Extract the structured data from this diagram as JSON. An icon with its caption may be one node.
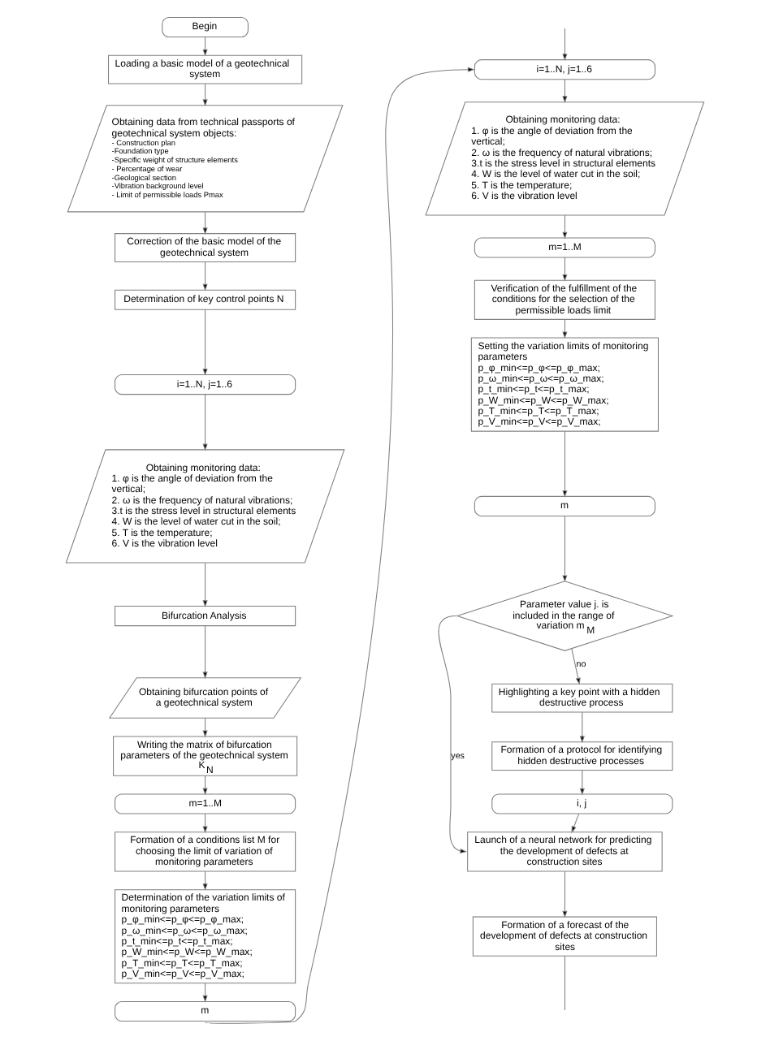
{
  "diagram": {
    "nodes": [
      {
        "text": [
          "Begin"
        ]
      },
      {
        "text": [
          "Loading a basic model of a geotechnical system"
        ]
      },
      {
        "text": [
          "Obtaining data from technical passports of geotechnical system objects:",
          "- Construction plan",
          "-Foundation type",
          "-Specific weight of structure elements",
          "- Percentage of wear",
          "-Geological section",
          "-Vibration background level",
          "- Limit of permissible loads Pmax"
        ]
      },
      {
        "text": [
          "Correction of the basic model of the geotechnical system"
        ]
      },
      {
        "text": [
          "Determination of key control points N"
        ]
      },
      {
        "text": [
          "i=1..N, j=1..6"
        ]
      },
      {
        "text": [
          "Obtaining monitoring data:",
          "1. φ is the angle of deviation from the vertical;",
          "2. ω is the frequency of natural vibrations;",
          "3.t is the stress level in structural elements",
          "4. W is the level of water cut in the soil;",
          "5. T is the temperature;",
          "6. V is the vibration level"
        ]
      },
      {
        "text": [
          "Bifurcation Analysis"
        ]
      },
      {
        "text": [
          "Obtaining bifurcation points of a geotechnical system"
        ]
      },
      {
        "text": [
          "Writing the matrix of bifurcation parameters of the geotechnical system K$_{N}$"
        ]
      },
      {
        "text": [
          "m=1..M"
        ]
      },
      {
        "text": [
          "Formation of a conditions list M for choosing the limit of variation of monitoring parameters"
        ]
      },
      {
        "text": [
          "Determination of the variation limits of monitoring parameters",
          "p_φ_min<=p_φ<=p_φ_max;",
          "p_ω_min<=p_ω<=p_ω_max;",
          "p_t_min<=p_t<=p_t_max;",
          "p_W_min<=p_W<=p_W_max;",
          "p_T_min<=p_T<=p_T_max;",
          "p_V_min<=p_V<=p_V_max;"
        ]
      },
      {
        "text": [
          "m"
        ]
      },
      {
        "text": [
          "i=1..N, j=1..6"
        ]
      },
      {
        "text": [
          "Obtaining monitoring data:",
          "1. φ is the angle of deviation from the vertical;",
          "2. ω is the frequency of natural vibrations;",
          "3.t is the stress level in structural elements",
          "4. W is the level of water cut in the soil;",
          "5. T is the temperature;",
          "6. V is the vibration level"
        ]
      },
      {
        "text": [
          "m=1..M"
        ]
      },
      {
        "text": [
          "Verification of the fulfillment of the conditions for the selection of the permissible loads limit"
        ]
      },
      {
        "text": [
          "Setting the variation limits of monitoring parameters",
          "p_φ_min<=p_φ<=p_φ_max;",
          "p_ω_min<=p_ω<=p_ω_max;",
          "p_t_min<=p_t<=p_t_max;",
          "p_W_min<=p_W<=p_W_max;",
          "p_T_min<=p_T<=p_T_max;",
          "p_V_min<=p_V<=p_V_max;"
        ]
      },
      {
        "text": [
          "m"
        ]
      },
      {
        "text": [
          "Parameter value j. is included in the range of variation m$_{M}$"
        ]
      },
      {
        "text": [
          "Highlighting a key point with a hidden destructive process"
        ]
      },
      {
        "text": [
          "Formation of a protocol for identifying hidden destructive processes"
        ]
      },
      {
        "text": [
          "i, j"
        ]
      },
      {
        "text": [
          "Launch of a neural network for predicting the development of defects at construction sites"
        ]
      },
      {
        "text": [
          "Formation of a forecast of the development of defects at construction sites"
        ]
      }
    ],
    "edges": [
      {
        "from": 0,
        "to": 1,
        "arrow": "to"
      },
      {
        "from": 1,
        "to": 2,
        "arrow": "to"
      },
      {
        "from": 2,
        "to": 3,
        "arrow": "to"
      },
      {
        "from": 3,
        "to": 4,
        "arrow": "to"
      },
      {
        "from": 4,
        "to": 5,
        "arrow": "to"
      },
      {
        "from": 5,
        "to": 6,
        "arrow": "to"
      },
      {
        "from": 6,
        "to": 7,
        "arrow": "to"
      },
      {
        "from": 7,
        "to": 8,
        "arrow": "to"
      },
      {
        "from": 8,
        "to": 9,
        "arrow": "to"
      },
      {
        "from": 9,
        "to": 10,
        "arrow": "to"
      },
      {
        "from": 10,
        "to": 11,
        "arrow": "to"
      },
      {
        "from": 11,
        "to": 12,
        "arrow": "to"
      },
      {
        "from": 12,
        "to": 13,
        "arrow": "to"
      },
      {
        "from": 13,
        "to": 14,
        "arrow": "to"
      },
      {
        "from": null,
        "to": 14,
        "arrow": "to"
      },
      {
        "from": 14,
        "to": 15,
        "arrow": "to"
      },
      {
        "from": 15,
        "to": 16,
        "arrow": "to"
      },
      {
        "from": 16,
        "to": 17,
        "arrow": "to"
      },
      {
        "from": 17,
        "to": 18,
        "arrow": "to"
      },
      {
        "from": 18,
        "to": 19,
        "arrow": "to"
      },
      {
        "from": 19,
        "to": 20,
        "arrow": "to"
      },
      {
        "from": 20,
        "to": 21,
        "arrow": "to",
        "label": "no"
      },
      {
        "from": 20,
        "to": 24,
        "arrow": "to",
        "label": "yes"
      },
      {
        "from": 21,
        "to": 22,
        "arrow": "to"
      },
      {
        "from": 22,
        "to": 23,
        "arrow": "to"
      },
      {
        "from": 23,
        "to": 24,
        "arrow": "to"
      },
      {
        "from": 24,
        "to": 25,
        "arrow": "to"
      },
      {
        "from": 25,
        "to": null,
        "arrow": "none"
      }
    ]
  }
}
